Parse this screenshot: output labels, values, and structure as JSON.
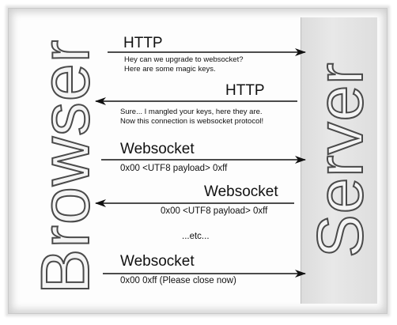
{
  "actors": {
    "left": "Browser",
    "right": "Server"
  },
  "messages": [
    {
      "protocol": "HTTP",
      "direction": "browser-to-server",
      "lines": [
        "Hey can we upgrade to websocket?",
        "Here are some magic keys."
      ]
    },
    {
      "protocol": "HTTP",
      "direction": "server-to-browser",
      "lines": [
        "Sure... I mangled your keys, here they are.",
        "Now this connection is websocket protocol!"
      ]
    },
    {
      "protocol": "Websocket",
      "direction": "browser-to-server",
      "lines": [
        "0x00 <UTF8 payload> 0xff"
      ]
    },
    {
      "protocol": "Websocket",
      "direction": "server-to-browser",
      "lines": [
        "0x00 <UTF8 payload> 0xff"
      ]
    },
    {
      "protocol": "Websocket",
      "direction": "browser-to-server",
      "lines": [
        "0x00 0xff (Please close now)"
      ]
    }
  ],
  "ellipsis": "...etc...",
  "colors": {
    "ink": "#111111",
    "server_bg": "#e0e0e0",
    "outline": "#4a4a4a"
  }
}
